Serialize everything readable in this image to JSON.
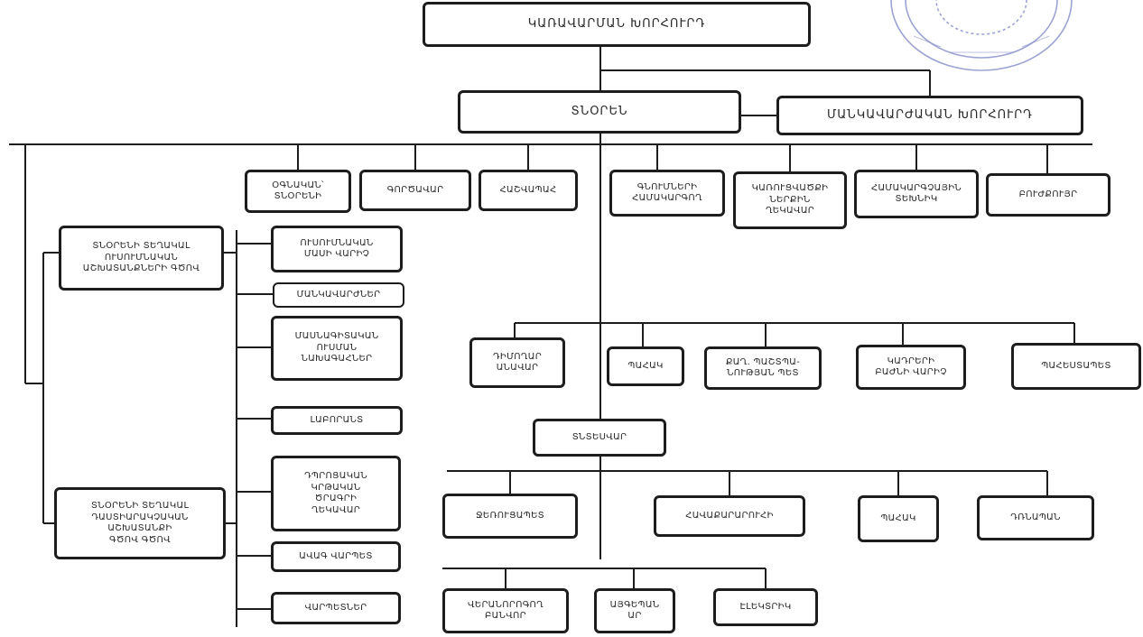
{
  "nodes": {
    "board": "ԿԱՌԱՎԱՐՄԱՆ ԽՈՐՀՈՒՐԴ",
    "director": "ՏՆՕՐԵՆ",
    "ped_council": "ՄԱՆԿԱՎԱՐԺԱԿԱՆ ԽՈՐՀՈՒՐԴ",
    "assistant_director": "ՕԳՆԱԿԱՆ՝\nՏՆՕՐԵՆԻ",
    "clerk": "ԳՈՐԾԱՎԱՐ",
    "legal": "ՀԱՇՎԱՊԱՀ",
    "procurement": "ԳՆՈՒՄՆԵՐԻ\nՀԱՄԱԿԱՐԳՈՂ",
    "hr": "ԿԱՌՈՒՑՎԱԾՔԻ\nՆԵՐՔԻՆ\nՂԵԿԱՎԱՐ",
    "it": "ՀԱՄԱԿԱՐԳՉԱՅԻՆ\nՏԵԽՆԻԿ",
    "nurse": "ԲՈՒԺՔՈՒՅՐ",
    "deputy_edu": "ՏՆՕՐԵՆԻ ՏԵՂԱԿԱԼ\nՈՒՍՈՒՄՆԱԿԱՆ\nԱՇԽԱՏԱՆՔՆԵՐԻ ԳԾՈՎ",
    "deputy_edu2": "ՏՆՕՐԵՆԻ ՏԵՂԱԿԱԼ\nԴԱՍՏԻԱՐԱԿՉԱԿԱՆ ԱՇԽԱՏԱՆՔԻ\nԳԾՈՎ ԳԾՈՎ",
    "methodical": "ՈՒՍՈՒՄՆԱԿԱՆ\nՄԱՍԻ ՎԱՐԻՉ",
    "teachers": "ՄԱՆԿԱՎԱՐԺՆԵՐ",
    "subject_assoc": "ՄԱՍՆԱԳԻՏԱԿԱՆ\nՈՒՍՄԱՆ\nՆԱԽԱԳԱՀՆԵՐ",
    "lab": "ԼԱԲՈՐԱՆՏ",
    "class_heads": "ԴՊՐՈՑԱԿԱՆ\nԿՐԹԱԿԱՆ\nԾՐԱԳՐԻ\nՂԵԿԱՎԱՐ",
    "lead_master": "ԱՎԱԳ ՎԱՐՊԵՏ",
    "masters": "ՎԱՐՊԵՏՆԵՐ",
    "storekeeper": "ԴԻՄՈՂԱՐ\nԱՆԱՎԱՐ",
    "guard": "ՊԱՀԱԿ",
    "accountant": "ՔԱՂ. ՊԱՇՏՊԱ-\nՆՈՒԹՅԱՆ ՊԵՏ",
    "office_head": "ԿԱԴՐԵՐԻ\nԲԱԺՆԻ ՎԱՐԻՉ",
    "warehouse": "ՊԱՀԵՍՏԱՊԵՏ",
    "caretaker": "ՏՆՏԵՍՎԱՐ",
    "electrician": "ՋԵՌՈՒՑԱՊԵՏ",
    "cleaner": "ՀԱՎԱՔԱՐԱՐՈՒՀԻ",
    "watchman": "ՊԱՀԱԿ",
    "doorman": "ԴՌՆԱՊԱՆ",
    "repair": "ՎԵՐԱՆՈՐՈԳՈՂ\nԲԱՆՎՈՐ",
    "gardener": "ԱՅԳԵՊԱՆ\nԱՐ",
    "electrician2": "ԷԼԵԿՏՐԻԿ"
  },
  "colors": {
    "line": "#1d1d1d",
    "seal": "#7b84c4"
  }
}
